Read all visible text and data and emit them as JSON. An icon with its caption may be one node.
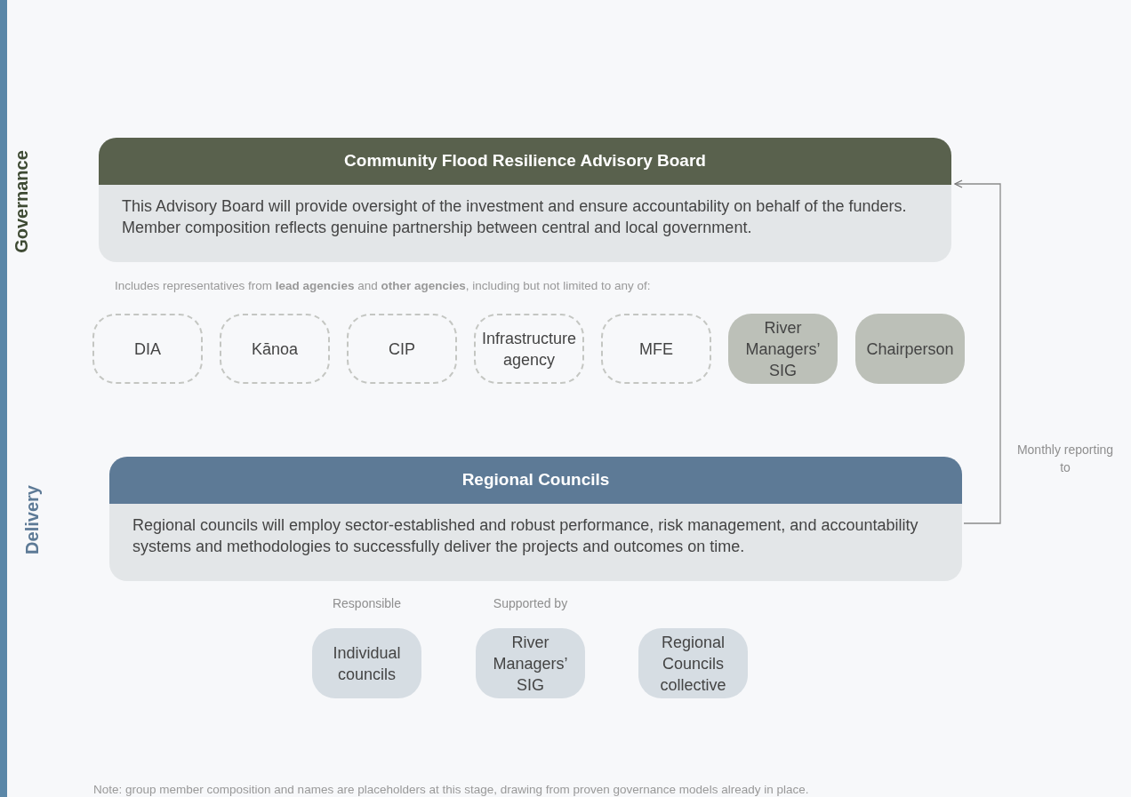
{
  "diagram": {
    "nodes": [
      {
        "text": [
          "Community Flood Resilience Advisory Board",
          "This Advisory Board will provide oversight of the investment and ensure accountability on behalf of the funders. Member composition reflects genuine partnership between central and local government."
        ]
      },
      {
        "text": [
          "DIA"
        ]
      },
      {
        "text": [
          "Kānoa"
        ]
      },
      {
        "text": [
          "CIP"
        ]
      },
      {
        "text": [
          "Infrastructure agency"
        ]
      },
      {
        "text": [
          "MFE"
        ]
      },
      {
        "text": [
          "River Managers’ SIG"
        ]
      },
      {
        "text": [
          "Chairperson"
        ]
      },
      {
        "text": [
          "Regional Councils",
          "Regional councils will employ sector-established and robust performance, risk management, and accountability systems and methodologies to successfully deliver the projects and outcomes on time."
        ]
      },
      {
        "text": [
          "Individual councils"
        ],
        "beside": [
          "Responsible"
        ]
      },
      {
        "text": [
          "River Managers’ SIG"
        ],
        "beside": [
          "Supported by"
        ]
      },
      {
        "text": [
          "Regional Councils collective"
        ]
      }
    ],
    "edges": [
      {
        "from": 8,
        "to": 0,
        "arrow": "to",
        "label": "Monthly reporting to"
      }
    ],
    "labels": [
      "Governance",
      "Includes representatives from **lead agencies** and **other agencies**, including but not limited to any of:",
      "Delivery",
      "Note: group member composition and names are placeholders at this stage, drawing from proven governance models already in place."
    ]
  }
}
